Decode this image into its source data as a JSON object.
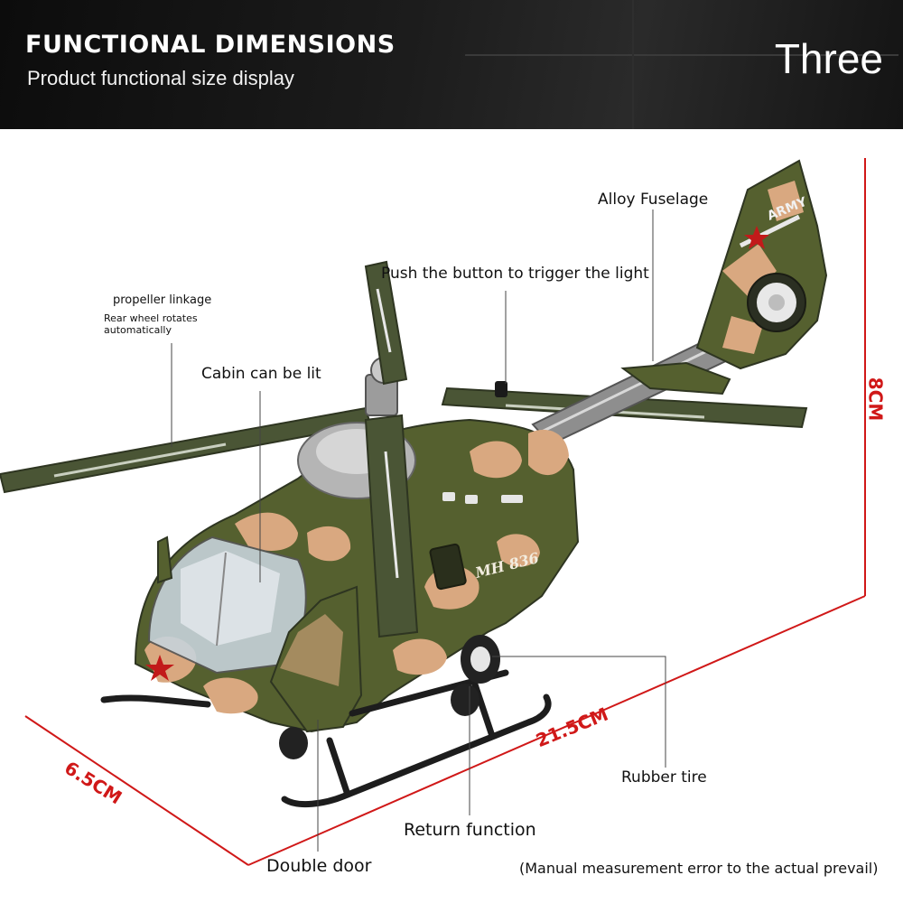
{
  "header": {
    "title": "FUNCTIONAL DIMENSIONS",
    "subtitle": "Product functional size display",
    "page_marker": "Three"
  },
  "callouts": {
    "alloy_fuselage": "Alloy Fuselage",
    "light_button": "Push the button to trigger the light",
    "propeller_linkage": "propeller linkage",
    "rear_wheel": "Rear wheel rotates automatically",
    "cabin_light": "Cabin can be lit",
    "rubber_tire": "Rubber tire",
    "return_function": "Return function",
    "double_door": "Double door"
  },
  "dimensions": {
    "height": "8CM",
    "length": "21.5CM",
    "width": "6.5CM"
  },
  "decals": {
    "tail": "ARMY",
    "fuselage": "MH 836"
  },
  "footnote": "(Manual measurement error to the actual prevail)",
  "colors": {
    "dimension_line": "#d01818",
    "camo_green": "#55602f",
    "camo_tan": "#d9a880",
    "banner_bg": "#141414"
  }
}
